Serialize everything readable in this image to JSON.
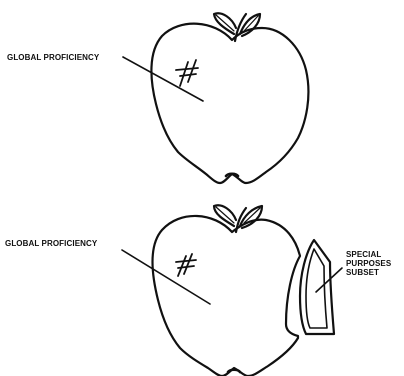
{
  "diagrams": [
    {
      "label": "GLOBAL PROFICIENCY"
    },
    {
      "label": "GLOBAL PROFICIENCY",
      "subset_label_lines": [
        "SPECIAL",
        "PURPOSES",
        "SUBSET"
      ]
    }
  ],
  "colors": {
    "ink": "#111111",
    "background": "#ffffff"
  }
}
